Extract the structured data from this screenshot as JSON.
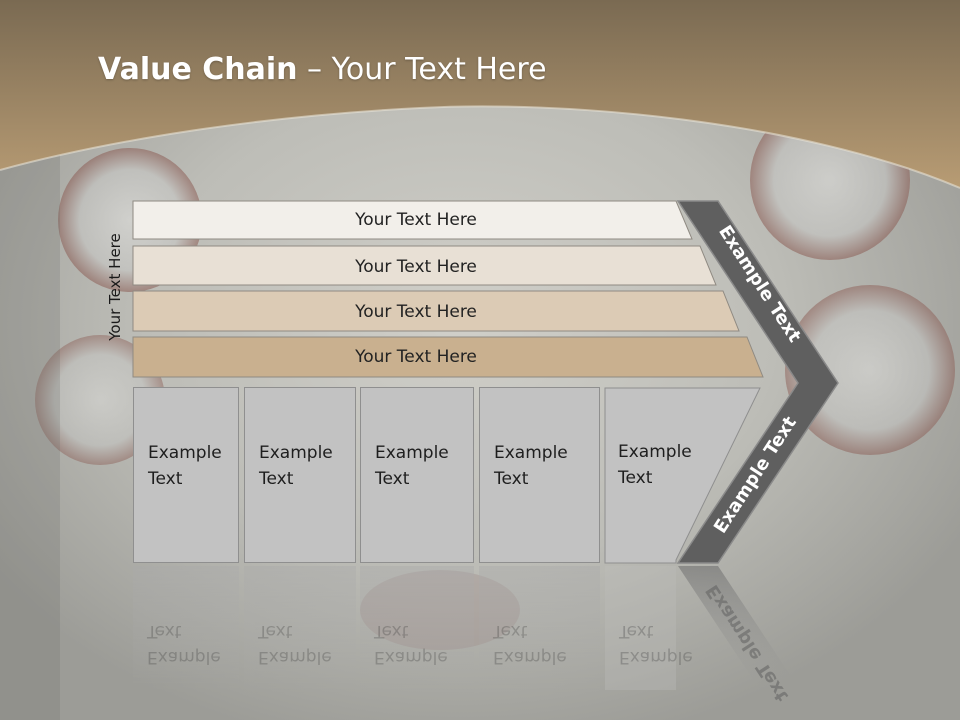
{
  "title": {
    "bold": "Value Chain",
    "rest": " – Your Text Here"
  },
  "side_label": "Your Text Here",
  "bars": [
    {
      "label": "Your Text Here",
      "color": "#f2efea"
    },
    {
      "label": "Your Text Here",
      "color": "#e8e0d5"
    },
    {
      "label": "Your Text Here",
      "color": "#dccbb5"
    },
    {
      "label": "Your Text Here",
      "color": "#c9b08f"
    }
  ],
  "boxes": [
    {
      "label": "Example Text"
    },
    {
      "label": "Example Text"
    },
    {
      "label": "Example Text"
    },
    {
      "label": "Example Text"
    },
    {
      "label": "Example Text"
    }
  ],
  "chevron": {
    "upper": "Example Text",
    "lower": "Example Text",
    "color": "#5f5f5f"
  },
  "colors": {
    "header_top": "#7a6a52",
    "header_bottom": "#b99e78",
    "background": "#b5b6b1"
  }
}
